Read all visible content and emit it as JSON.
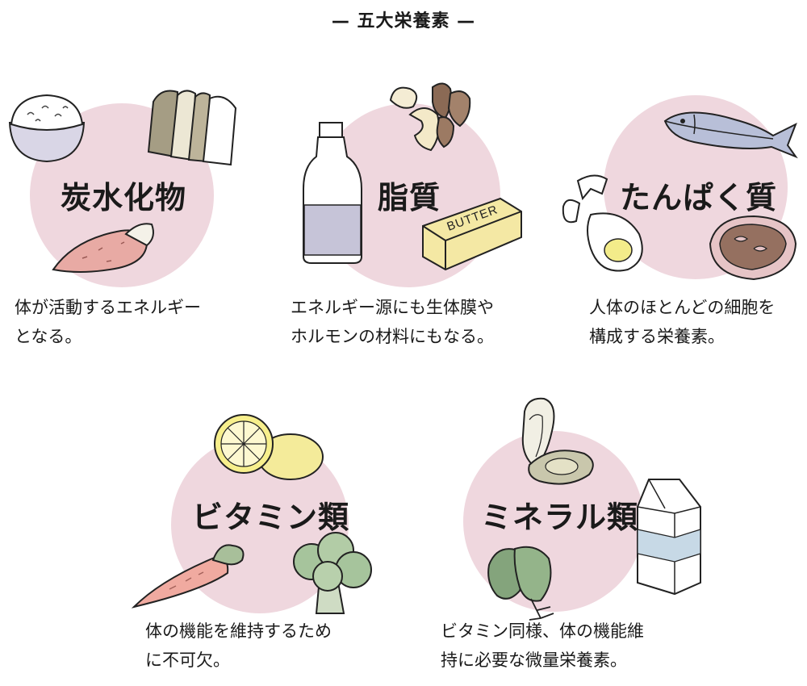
{
  "title": "— 五大栄養素 —",
  "nutrients": [
    {
      "name": "炭水化物",
      "description": [
        "体が活動するエネルギー",
        "となる。"
      ],
      "icons": [
        "rice-bowl-icon",
        "bread-loaf-icon",
        "sweet-potato-icon"
      ]
    },
    {
      "name": "脂質",
      "description": [
        "エネルギー源にも生体膜や",
        "ホルモンの材料にもなる。"
      ],
      "icons": [
        "oil-bottle-icon",
        "nuts-icon",
        "butter-icon"
      ],
      "butter_label": "BUTTER"
    },
    {
      "name": "たんぱく質",
      "description": [
        "人体のほとんどの細胞を",
        "構成する栄養素。"
      ],
      "icons": [
        "fish-icon",
        "egg-icon",
        "meat-steak-icon"
      ]
    },
    {
      "name": "ビタミン類",
      "description": [
        "体の機能を維持するため",
        "に不可欠。"
      ],
      "icons": [
        "lemon-icon",
        "carrot-icon",
        "broccoli-icon"
      ]
    },
    {
      "name": "ミネラル類",
      "description": [
        "ビタミン同様、体の機能維",
        "持に必要な微量栄養素。"
      ],
      "icons": [
        "oyster-icon",
        "milk-carton-icon",
        "spinach-icon"
      ]
    }
  ],
  "colors": {
    "circle": "#efd7de",
    "text": "#1a1a1a"
  }
}
